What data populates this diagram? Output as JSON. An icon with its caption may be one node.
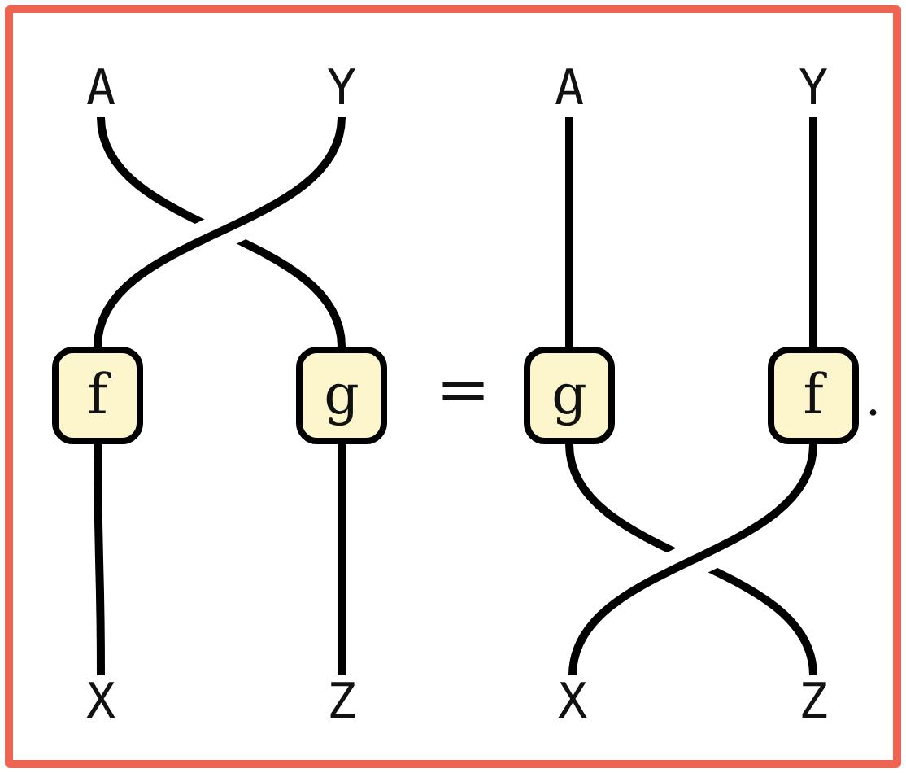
{
  "diagram": {
    "nodes": [
      {
        "text": [
          "A"
        ]
      },
      {
        "text": [
          "Y"
        ]
      },
      {
        "text": [
          "A"
        ]
      },
      {
        "text": [
          "Y"
        ]
      },
      {
        "text": [
          "f"
        ]
      },
      {
        "text": [
          "g"
        ]
      },
      {
        "text": [
          "g"
        ]
      },
      {
        "text": [
          "f"
        ]
      },
      {
        "text": [
          "X"
        ]
      },
      {
        "text": [
          "Z"
        ]
      },
      {
        "text": [
          "X"
        ]
      },
      {
        "text": [
          "Z"
        ]
      }
    ],
    "edges": [
      {
        "from": 0,
        "to": 5,
        "arrow": "none"
      },
      {
        "from": 1,
        "to": 4,
        "arrow": "none"
      },
      {
        "from": 4,
        "to": 8,
        "arrow": "none"
      },
      {
        "from": 5,
        "to": 9,
        "arrow": "none"
      },
      {
        "from": 2,
        "to": 6,
        "arrow": "none"
      },
      {
        "from": 3,
        "to": 7,
        "arrow": "none"
      },
      {
        "from": 6,
        "to": 11,
        "arrow": "none"
      },
      {
        "from": 7,
        "to": 10,
        "arrow": "none"
      }
    ],
    "labels": [
      "=",
      "."
    ]
  }
}
